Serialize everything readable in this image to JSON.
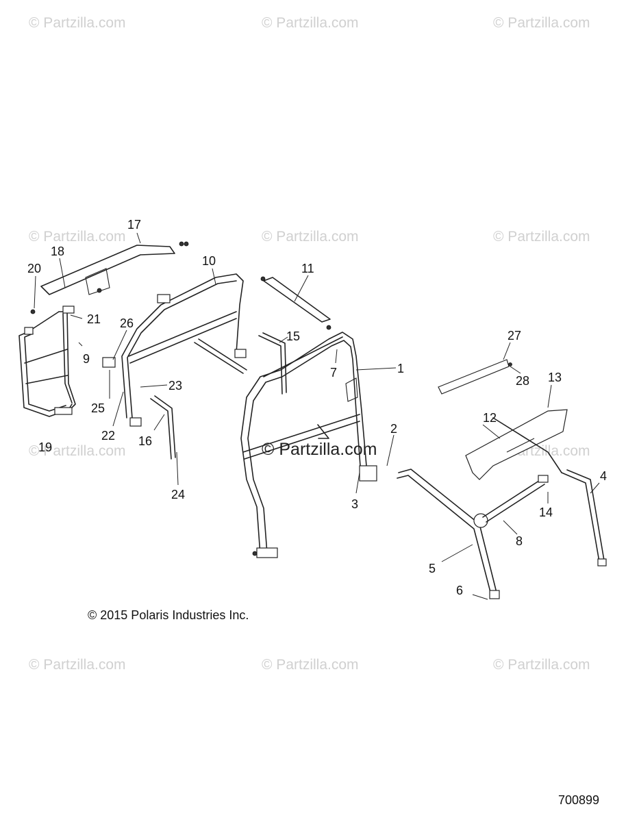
{
  "watermark": {
    "text": "© Partzilla.com",
    "center_text": "© Partzilla.com"
  },
  "copyright": "© 2015 Polaris Industries Inc.",
  "diagram_id": "700899",
  "callouts": [
    "1",
    "2",
    "3",
    "4",
    "5",
    "6",
    "7",
    "8",
    "9",
    "10",
    "11",
    "12",
    "13",
    "14",
    "15",
    "16",
    "17",
    "18",
    "19",
    "20",
    "21",
    "22",
    "23",
    "24",
    "25",
    "26",
    "27",
    "28"
  ],
  "icons": {
    "bolt": "bolt-icon",
    "nut": "nut-icon"
  }
}
